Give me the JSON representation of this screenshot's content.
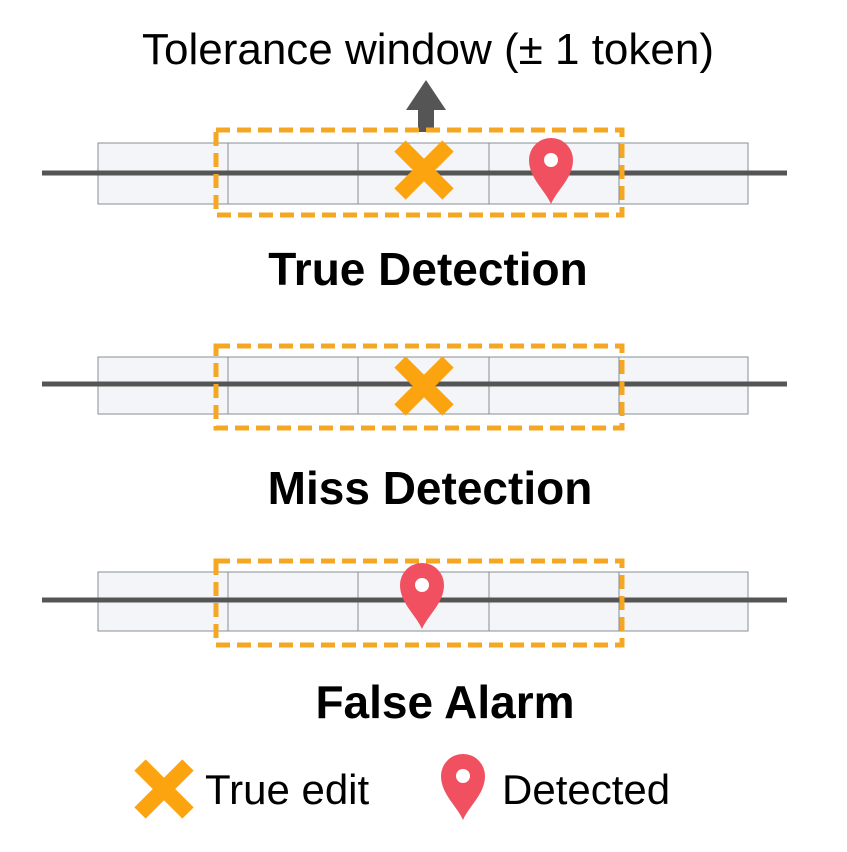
{
  "diagram": {
    "top_label": "Tolerance window (± 1 token)",
    "scenarios": [
      {
        "title": "True Detection",
        "has_true_edit": true,
        "has_detected": true
      },
      {
        "title": "Miss Detection",
        "has_true_edit": true,
        "has_detected": false
      },
      {
        "title": "False Alarm",
        "has_true_edit": false,
        "has_detected": true
      }
    ],
    "legend": {
      "true_edit_label": "True edit",
      "detected_label": "Detected"
    },
    "colors": {
      "window_border": "#f5a623",
      "true_edit": "#fba40f",
      "detected": "#f0505f",
      "axis_line": "#555555",
      "cell_fill": "#f3f5f8",
      "cell_border": "#8a8f96",
      "arrow": "#555555",
      "text": "#000000"
    }
  }
}
